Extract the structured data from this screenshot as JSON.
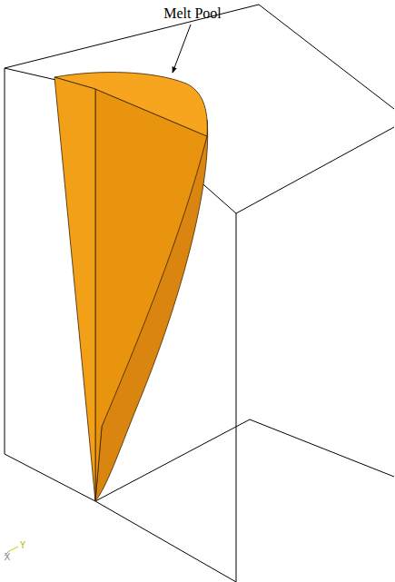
{
  "diagram": {
    "labels": [
      "Melt Pool",
      "Y",
      "X"
    ]
  }
}
